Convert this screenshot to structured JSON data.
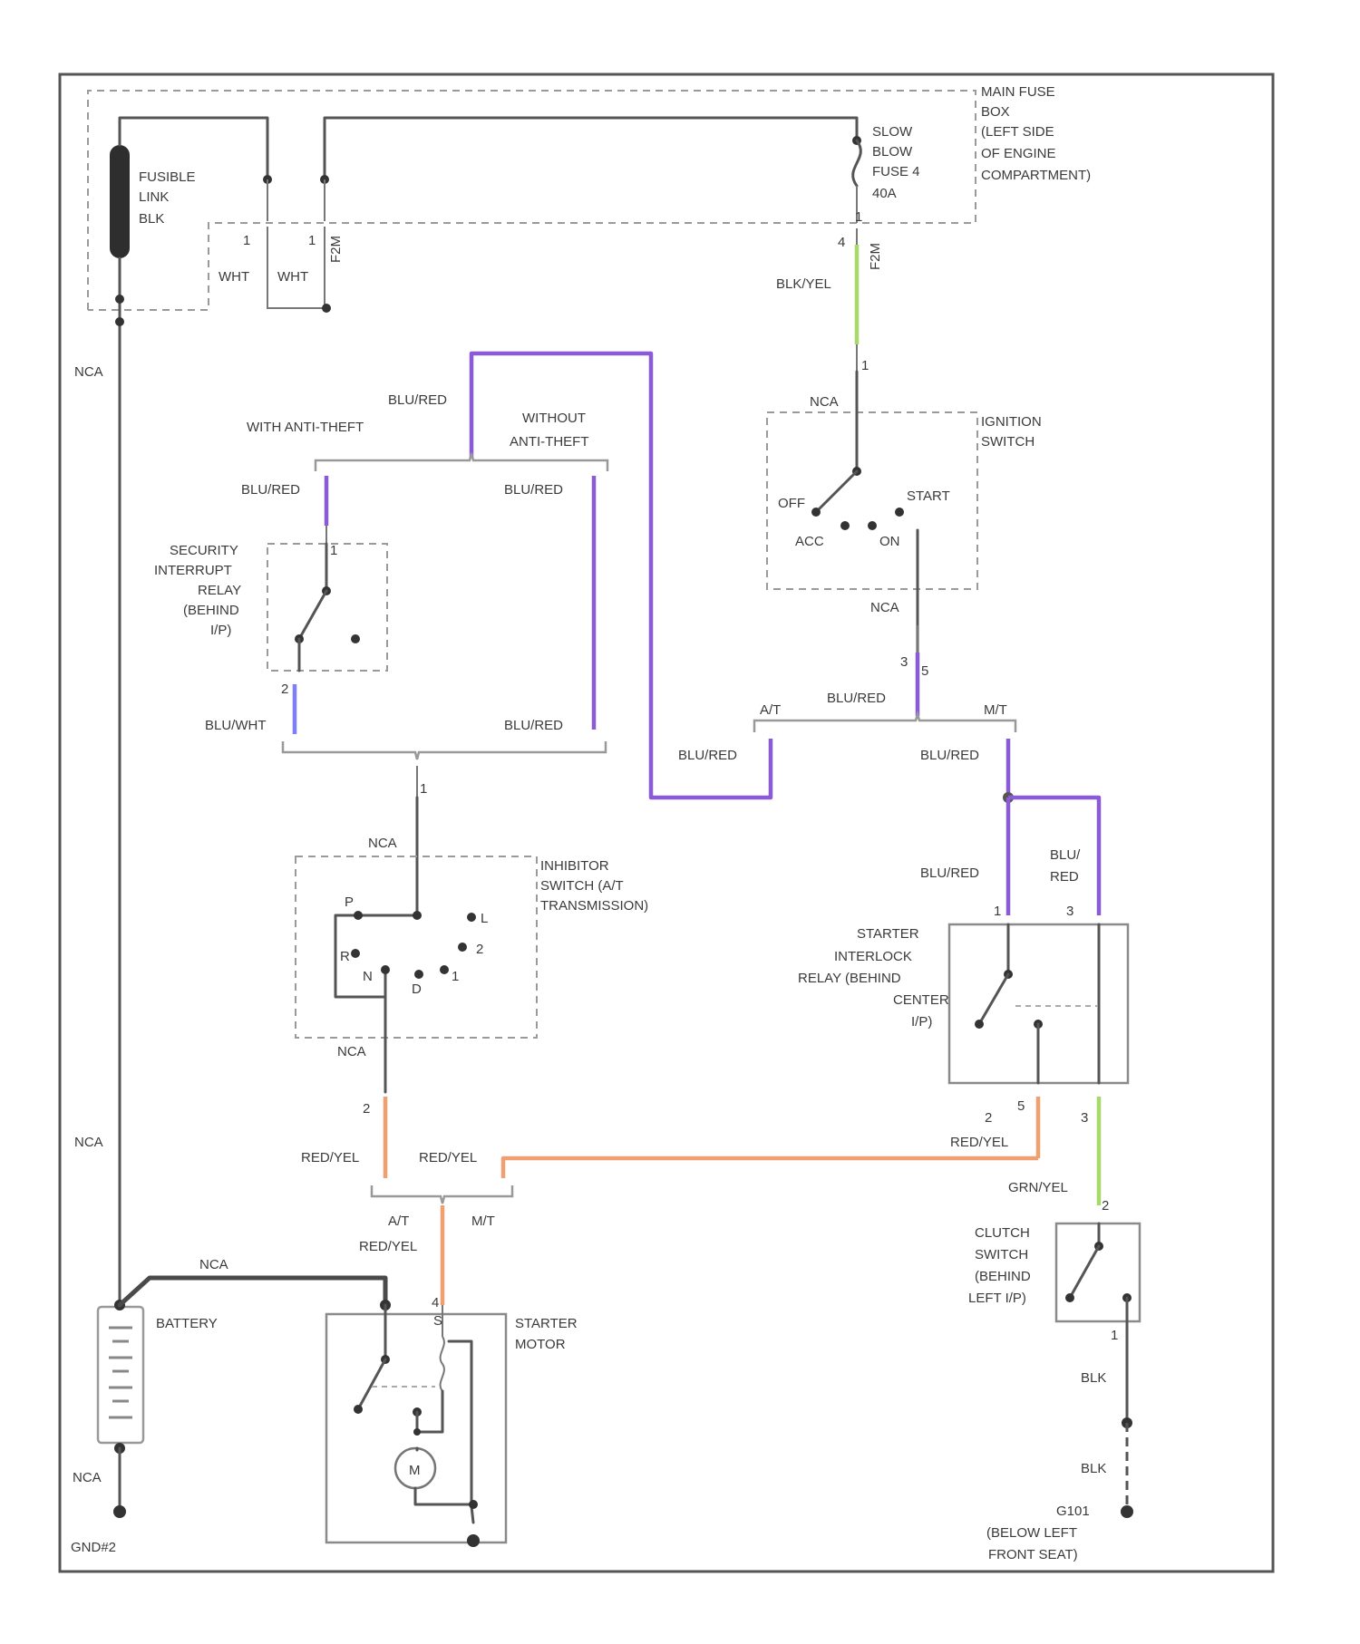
{
  "labels": {
    "main_fuse_box": [
      "MAIN FUSE",
      "BOX",
      "(LEFT SIDE",
      "OF ENGINE",
      "COMPARTMENT)"
    ],
    "fusible_link": [
      "FUSIBLE",
      "LINK",
      "BLK"
    ],
    "slow_blow_fuse": [
      "SLOW",
      "BLOW",
      "FUSE 4",
      "40A"
    ],
    "fuse_wht_1": "WHT",
    "fuse_wht_2": "WHT",
    "fuse_connector_1": "F2M",
    "fuse_connector_2": "F2M",
    "ignition_switch": [
      "IGNITION",
      "SWITCH"
    ],
    "ign_off": "OFF",
    "ign_acc": "ACC",
    "ign_on": "ON",
    "ign_start": "START",
    "with_anti_theft": "WITH ANTI-THEFT",
    "without_anti_theft": [
      "WITHOUT",
      "ANTI-THEFT"
    ],
    "security_relay": [
      "SECURITY",
      "INTERRUPT",
      "RELAY",
      "(BEHIND",
      "I/P)"
    ],
    "inhibitor_switch": [
      "INHIBITOR",
      "SWITCH (A/T",
      "TRANSMISSION)"
    ],
    "inhibitor_p": "P",
    "inhibitor_r": "R",
    "inhibitor_n": "N",
    "inhibitor_d": "D",
    "inhibitor_2": "2",
    "inhibitor_1": "1",
    "inhibitor_l": "L",
    "starter_relay": [
      "STARTER",
      "INTERLOCK",
      "RELAY (BEHIND",
      "CENTER",
      "I/P)"
    ],
    "clutch_switch": [
      "CLUTCH",
      "SWITCH",
      "(BEHIND",
      "LEFT I/P)"
    ],
    "battery": "BATTERY",
    "starter_motor": [
      "STARTER",
      "MOTOR"
    ],
    "motor_symbol": "M",
    "ground_g101": [
      "G101",
      "(BELOW LEFT",
      "FRONT SEAT)"
    ],
    "ground_battery": "GND#2",
    "at_1": "A/T",
    "mt_1": "M/T",
    "at_2": "A/T",
    "mt_2": "M/T",
    "pin_1": "1",
    "pin_2": "2",
    "pin_3": "3",
    "pin_4": "4",
    "pin_5": "5"
  },
  "wires": {
    "blk_a": "BLK",
    "blk_b": "BLK",
    "blk_yel": "BLK/YEL",
    "blu_red_1": "BLU/RED",
    "blu_red_2": "BLU/RED",
    "blu_red_3": "BLU/RED",
    "blu_red_4": "BLU/RED",
    "blu_red_5": "BLU/RED",
    "blu_red_6": "BLU/RED",
    "blu_red_7": "BLU/RED",
    "blu_red_8": "BLU/RED",
    "blu_wht": "BLU/WHT",
    "blu_red_split": [
      "BLU/",
      "RED"
    ],
    "nca_1": "NCA",
    "nca_2": "NCA",
    "nca_3": "NCA",
    "nca_4": "NCA",
    "nca_5": "NCA",
    "nca_6": "NCA",
    "nca_7": "NCA",
    "nca_8": "NCA",
    "red_yel_1": "RED/YEL",
    "red_yel_2": "RED/YEL",
    "red_yel_3": "RED/YEL",
    "red_yel_4": "RED/YEL",
    "grn_yel": "GRN/YEL"
  },
  "colors": {
    "purple_wire": "#8b5bd6",
    "orange_wire": "#f0a070",
    "green_wire": "#a6d86a",
    "black_wire": "#4a4a4a"
  }
}
